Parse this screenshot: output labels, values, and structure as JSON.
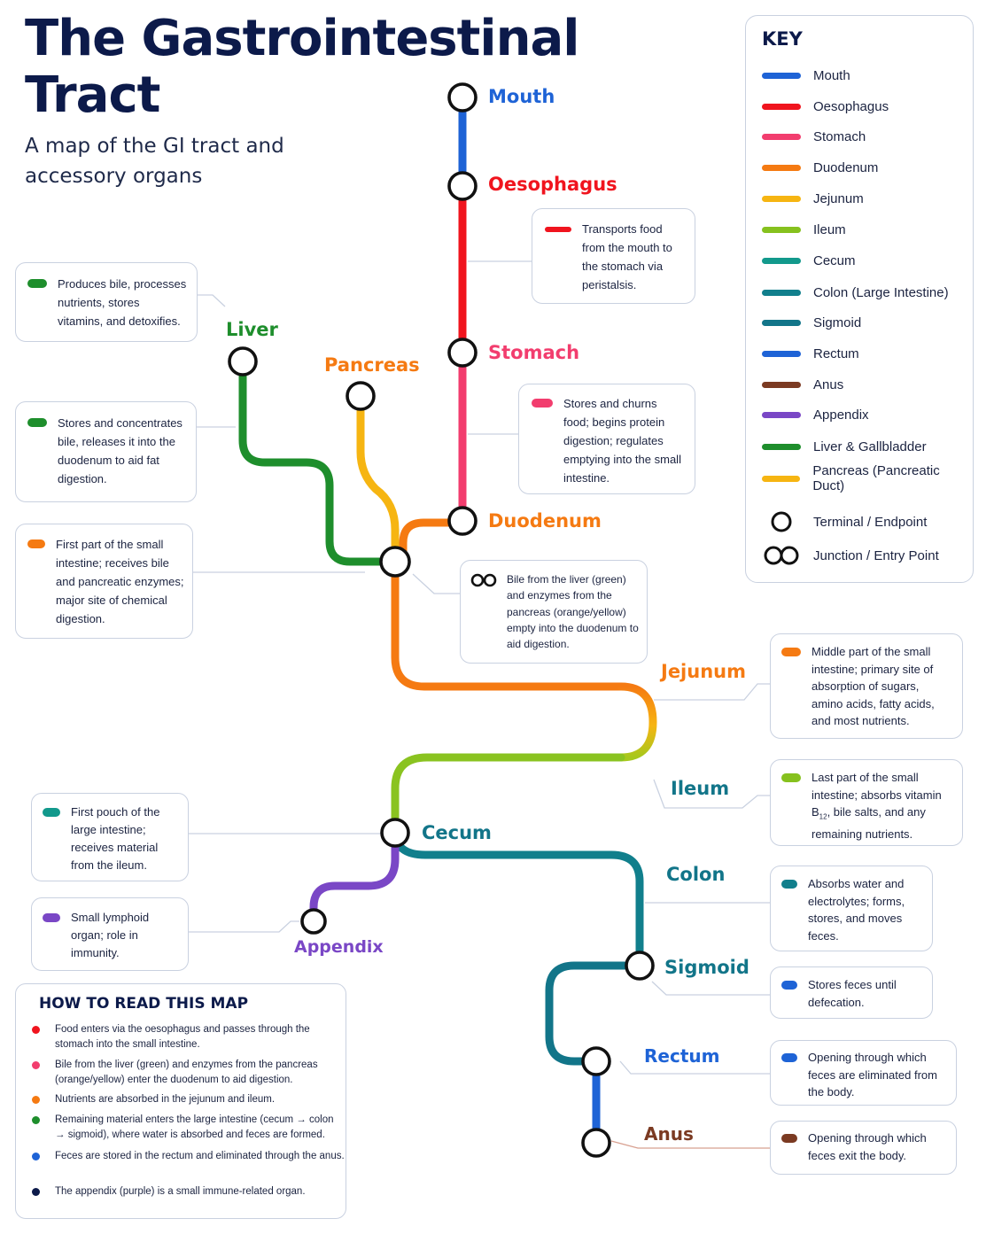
{
  "header": {
    "title_line1": "The Gastrointestinal",
    "title_line2": "Tract",
    "subtitle": "A map of the GI tract and accessory organs"
  },
  "stations": {
    "mouth": "Mouth",
    "oesophagus": "Oesophagus",
    "stomach": "Stomach",
    "duodenum": "Duodenum",
    "liver": "Liver",
    "pancreas": "Pancreas",
    "jejunum": "Jejunum",
    "ileum": "Ileum",
    "cecum": "Cecum",
    "colon": "Colon",
    "appendix": "Appendix",
    "sigmoid": "Sigmoid",
    "rectum": "Rectum",
    "anus": "Anus"
  },
  "notes": {
    "oesophagus": "Transports food from the mouth to the stomach via peristalsis.",
    "stomach": "Stores and churns food; begins protein digestion; regulates emptying into the small intestine.",
    "liver": "Produces bile, processes nutrients, stores vitamins, and detoxifies.",
    "gallbladder": "Stores and concentrates bile, releases it into the duodenum to aid fat digestion.",
    "duodenum": "First part of the small intestine; receives bile and pancreatic enzymes; major site of chemical digestion.",
    "junction": "Bile from the liver (green) and enzymes from the pancreas (orange/yellow) empty into the duodenum to aid digestion.",
    "jejunum": "Middle part of the small intestine; primary site of absorption of sugars, amino acids, fatty acids, and most nutrients.",
    "ileum_prefix": "Last part of the small intestine; absorbs vitamin B",
    "ileum_sub": "12",
    "ileum_suffix": ", bile salts, and any remaining nutrients.",
    "cecum": "First pouch of the large intestine; receives material from the ileum.",
    "appendix": "Small lymphoid organ; role in immunity.",
    "colon": "Absorbs water and electrolytes; forms, stores, and moves feces.",
    "sigmoid": "Stores feces until defecation.",
    "rectum": "Opening through which feces are eliminated from the body.",
    "anus": "Opening through which feces exit the body."
  },
  "key": {
    "title": "KEY",
    "items": [
      {
        "label": "Mouth",
        "color": "#1e63d6"
      },
      {
        "label": "Oesophagus",
        "color": "#f0141e"
      },
      {
        "label": "Stomach",
        "color": "#f23d6e"
      },
      {
        "label": "Duodenum",
        "color": "#f57a12"
      },
      {
        "label": "Jejunum",
        "color": "#f6b512"
      },
      {
        "label": "Ileum",
        "color": "#86c11e"
      },
      {
        "label": "Cecum",
        "color": "#12998c"
      },
      {
        "label": "Colon (Large Intestine)",
        "color": "#117f8c"
      },
      {
        "label": "Sigmoid",
        "color": "#127589"
      },
      {
        "label": "Rectum",
        "color": "#1e63d6"
      },
      {
        "label": "Anus",
        "color": "#7b3a22"
      },
      {
        "label": "Appendix",
        "color": "#7a47c6"
      },
      {
        "label": "Liver & Gallbladder",
        "color": "#1e8e2c"
      },
      {
        "label": "Pancreas (Pancreatic Duct)",
        "color": "#f6b512"
      }
    ],
    "terminal": "Terminal / Endpoint",
    "junction": "Junction / Entry Point"
  },
  "how_to_read": {
    "title": "HOW TO READ THIS MAP",
    "items": [
      {
        "text": "Food enters via the oesophagus and passes through the stomach into the small intestine.",
        "color": "#f0141e"
      },
      {
        "text": "Bile from the liver (green) and enzymes from the pancreas (orange/yellow) enter the duodenum to aid digestion.",
        "color": "#f23d6e"
      },
      {
        "text": "Nutrients are absorbed in the jejunum and ileum.",
        "color": "#f57a12"
      },
      {
        "text": "Remaining material enters the large intestine (cecum → colon → sigmoid), where water is absorbed and feces are formed.",
        "color": "#1e8e2c"
      },
      {
        "text": "Feces are stored in the rectum and eliminated through the anus.",
        "color": "#1e63d6"
      },
      {
        "text": "The appendix (purple) is a small immune-related organ.",
        "color": "#0c1a4a"
      }
    ]
  },
  "colors": {
    "mouth": "#1e63d6",
    "oesophagus": "#f0141e",
    "stomach": "#f23d6e",
    "duodenum": "#f57a12",
    "jejunum": "#f6b512",
    "ileum": "#86c11e",
    "cecum": "#12998c",
    "colon": "#117f8c",
    "sigmoid": "#127589",
    "rectum": "#1e63d6",
    "anus": "#7b3a22",
    "appendix": "#7a47c6",
    "liver": "#1e8e2c",
    "pancreas": "#f6b512"
  }
}
